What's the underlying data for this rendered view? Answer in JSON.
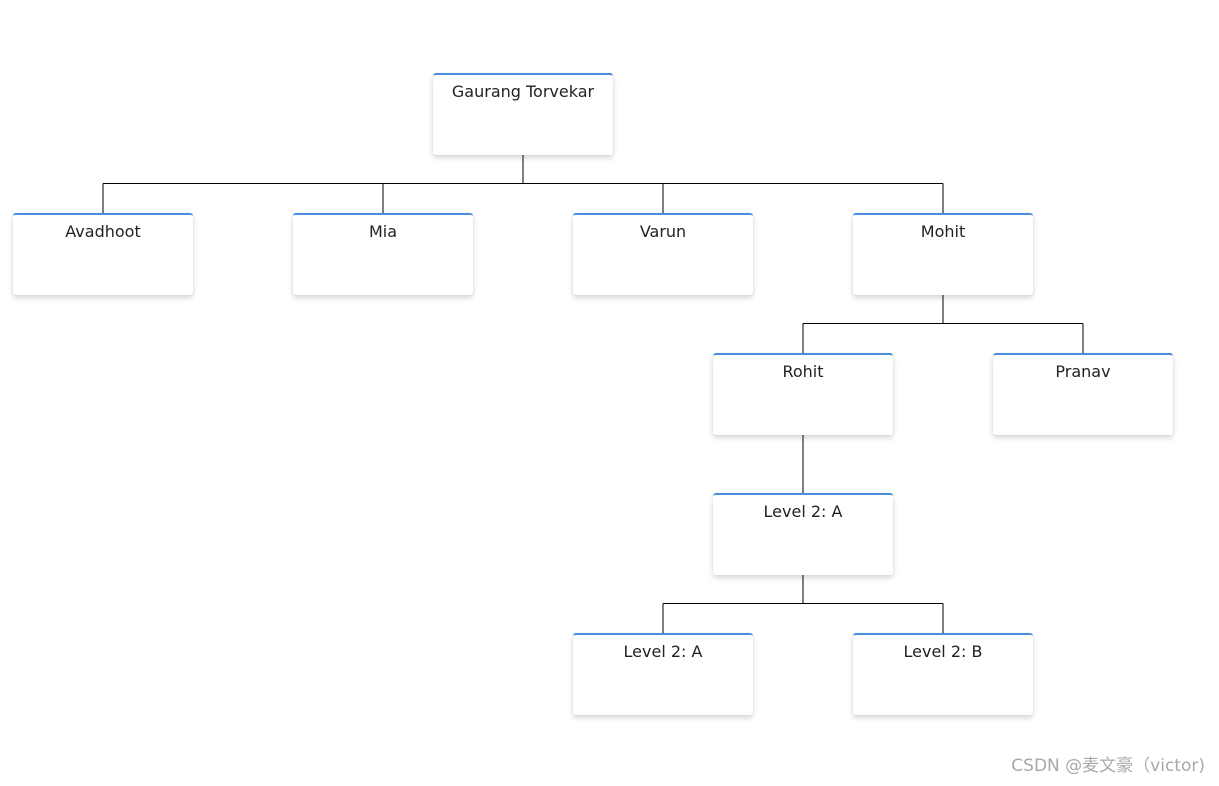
{
  "org_chart": {
    "root": {
      "label": "Gaurang Torvekar"
    },
    "level1": [
      {
        "label": "Avadhoot"
      },
      {
        "label": "Mia"
      },
      {
        "label": "Varun"
      },
      {
        "label": "Mohit"
      }
    ],
    "level2": [
      {
        "label": "Rohit"
      },
      {
        "label": "Pranav"
      }
    ],
    "level3": [
      {
        "label": "Level 2: A"
      }
    ],
    "level4": [
      {
        "label": "Level 2: A"
      },
      {
        "label": "Level 2: B"
      }
    ],
    "connector_color": "#000000",
    "node_accent_color": "#4a8ee0"
  },
  "watermark": {
    "text": "CSDN @麦文豪（victor)"
  }
}
